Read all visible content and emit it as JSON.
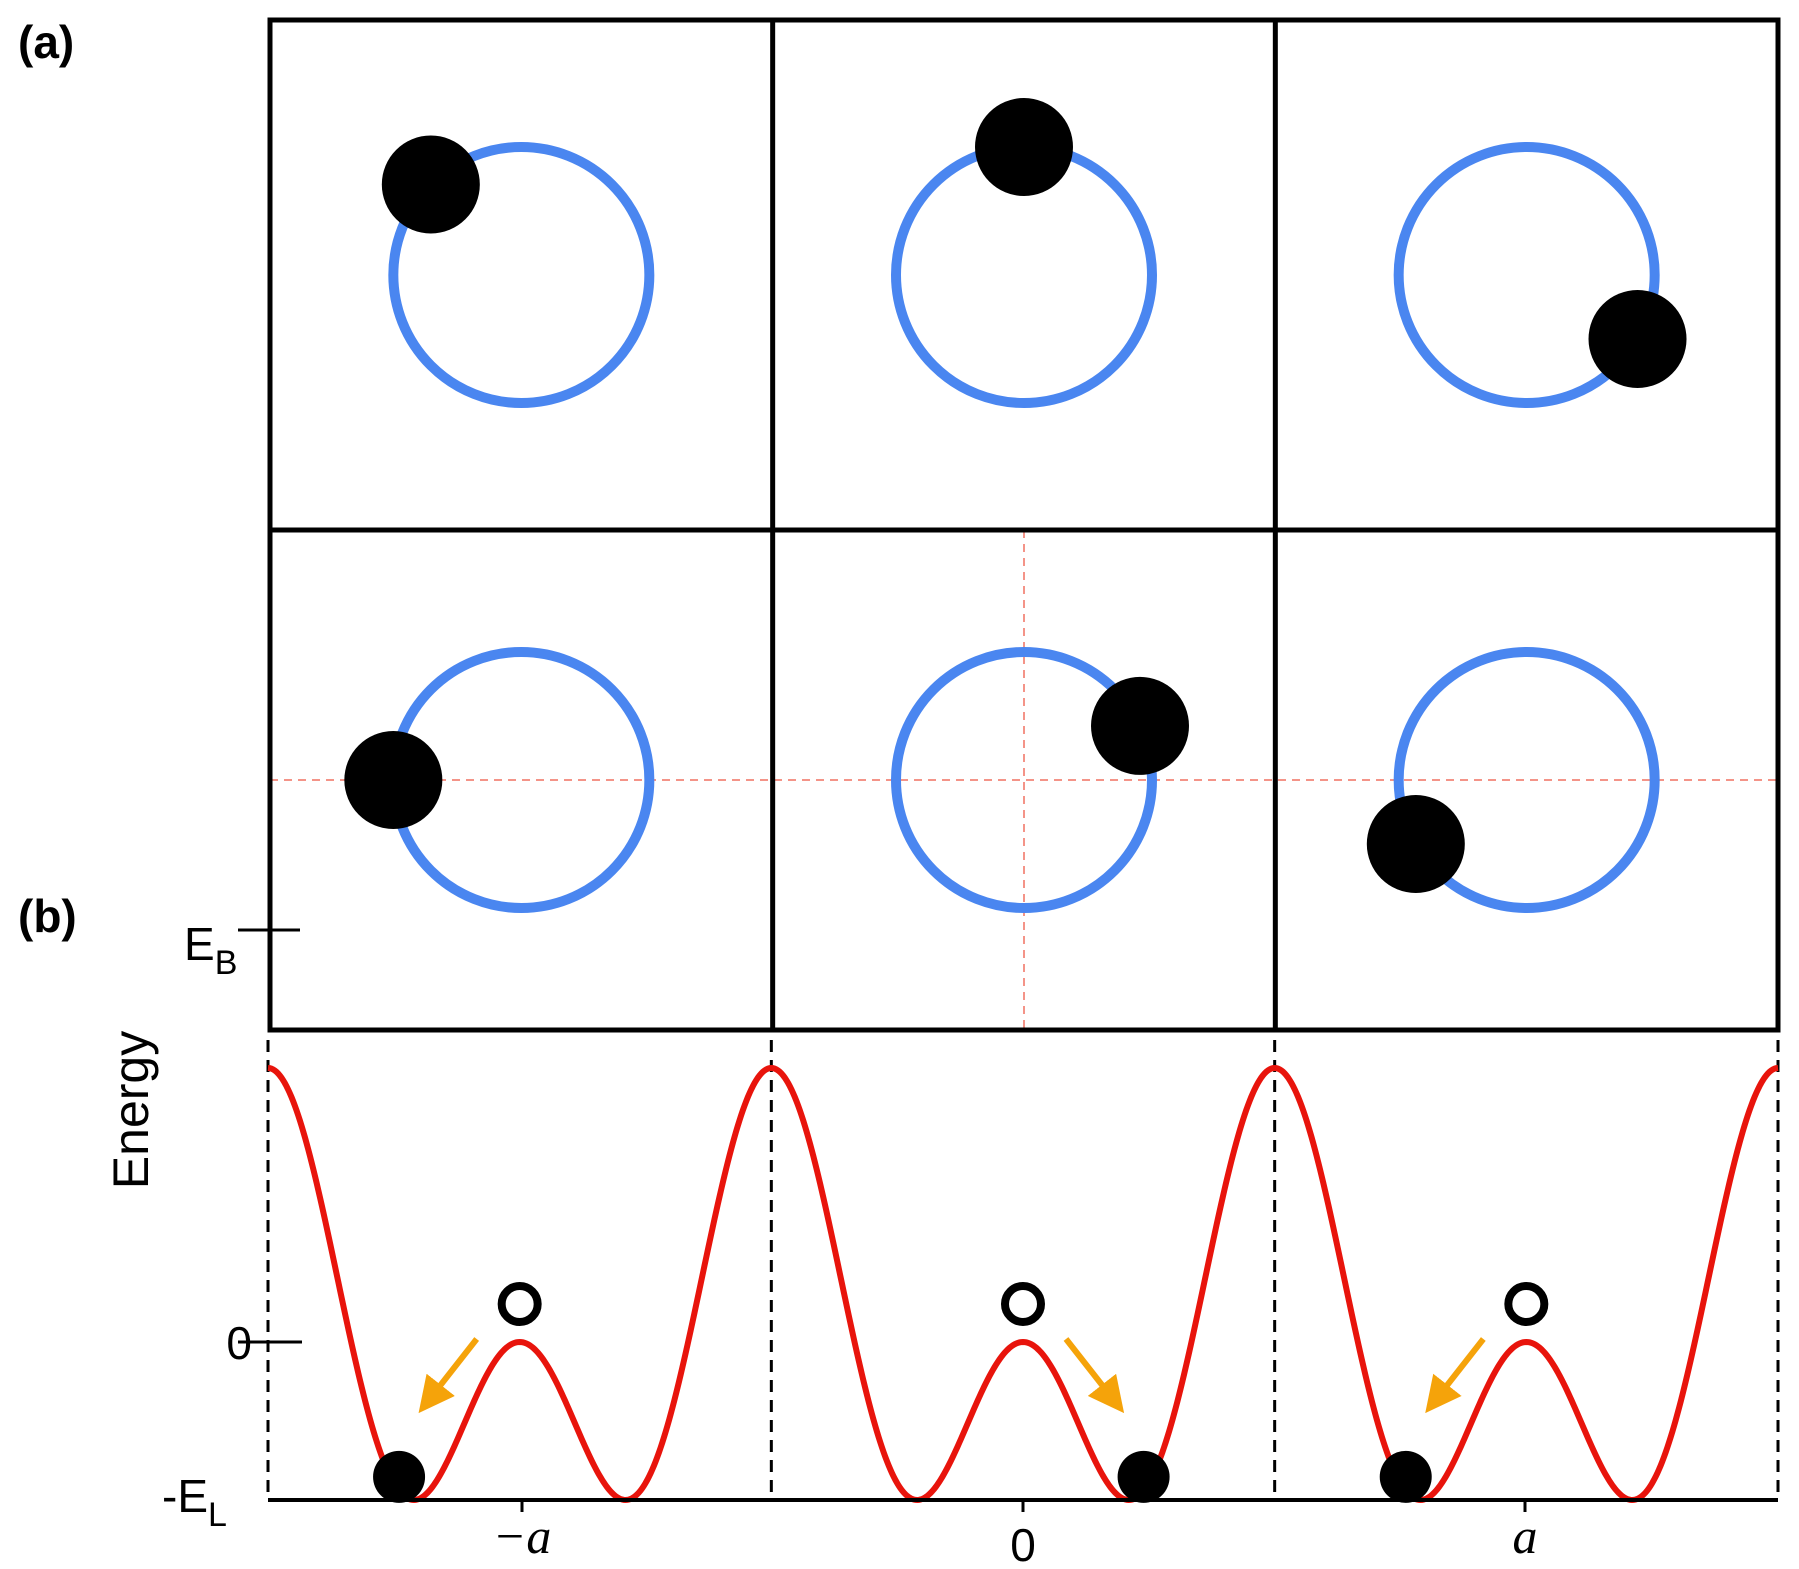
{
  "panel_a": {
    "label": "(a)",
    "colors": {
      "ring": "#4a86f0",
      "particle": "#000000",
      "guide": "#f07060",
      "grid": "#000000"
    },
    "cells": [
      {
        "row": 0,
        "col": 0,
        "angle_deg": 135
      },
      {
        "row": 0,
        "col": 1,
        "angle_deg": 90
      },
      {
        "row": 0,
        "col": 2,
        "angle_deg": -30
      },
      {
        "row": 1,
        "col": 0,
        "angle_deg": 180
      },
      {
        "row": 1,
        "col": 1,
        "angle_deg": 25
      },
      {
        "row": 1,
        "col": 2,
        "angle_deg": -150
      }
    ]
  },
  "panel_b": {
    "label": "(b)",
    "ylabel": "Energy",
    "y_ticks": {
      "top": {
        "main": "E",
        "sub": "B"
      },
      "zero": "0",
      "bottom": {
        "main": "-E",
        "sub": "L"
      }
    },
    "x_ticks": {
      "left": "−a",
      "center": "0",
      "right": "a"
    },
    "colors": {
      "curve": "#e8140c",
      "arrow": "#f5a30a",
      "particle": "#000000",
      "boundary": "#000000"
    },
    "cells": [
      {
        "center_frac": -1,
        "ball_side": "left",
        "arrow_dir": "left"
      },
      {
        "center_frac": 0,
        "ball_side": "right",
        "arrow_dir": "right"
      },
      {
        "center_frac": 1,
        "ball_side": "left",
        "arrow_dir": "left"
      }
    ]
  }
}
